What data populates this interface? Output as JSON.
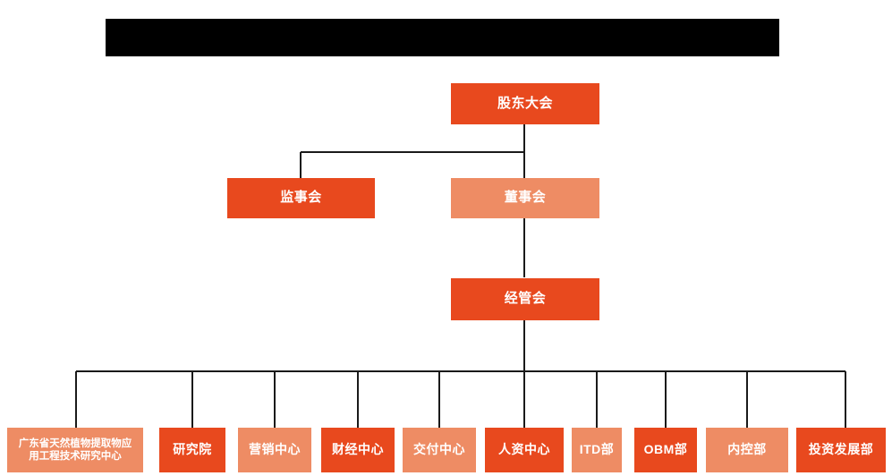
{
  "chart_data": {
    "type": "diagram",
    "diagram_kind": "organization-chart",
    "title_bar": {
      "redacted": true,
      "text": ""
    },
    "colors": {
      "solid_orange": "#E8491E",
      "light_orange": "#EE8C64",
      "connector": "#1a1a1a",
      "background": "#FFFFFF",
      "text": "#FFFFFF"
    },
    "nodes": [
      {
        "id": "shareholders",
        "label": "股东大会",
        "tier": 1,
        "style": "solid"
      },
      {
        "id": "supervisors",
        "label": "监事会",
        "tier": 2,
        "style": "solid"
      },
      {
        "id": "directors",
        "label": "董事会",
        "tier": 2,
        "style": "light"
      },
      {
        "id": "management",
        "label": "经管会",
        "tier": 3,
        "style": "solid"
      },
      {
        "id": "research-center-gd",
        "label": "广东省天然植物提取物应\n用工程技术研究中心",
        "tier": 4,
        "style": "light"
      },
      {
        "id": "research-institute",
        "label": "研究院",
        "tier": 4,
        "style": "solid"
      },
      {
        "id": "marketing-center",
        "label": "营销中心",
        "tier": 4,
        "style": "light"
      },
      {
        "id": "finance-center",
        "label": "财经中心",
        "tier": 4,
        "style": "solid"
      },
      {
        "id": "delivery-center",
        "label": "交付中心",
        "tier": 4,
        "style": "light"
      },
      {
        "id": "hr-center",
        "label": "人资中心",
        "tier": 4,
        "style": "solid"
      },
      {
        "id": "itd-dept",
        "label": "ITD部",
        "tier": 4,
        "style": "light"
      },
      {
        "id": "obm-dept",
        "label": "OBM部",
        "tier": 4,
        "style": "solid"
      },
      {
        "id": "internal-control",
        "label": "内控部",
        "tier": 4,
        "style": "light"
      },
      {
        "id": "investment-dev",
        "label": "投资发展部",
        "tier": 4,
        "style": "solid"
      }
    ],
    "edges": [
      {
        "from": "shareholders",
        "to": "directors"
      },
      {
        "from": "shareholders",
        "to": "supervisors"
      },
      {
        "from": "directors",
        "to": "management"
      },
      {
        "from": "management",
        "to": "research-center-gd"
      },
      {
        "from": "management",
        "to": "research-institute"
      },
      {
        "from": "management",
        "to": "marketing-center"
      },
      {
        "from": "management",
        "to": "finance-center"
      },
      {
        "from": "management",
        "to": "delivery-center"
      },
      {
        "from": "management",
        "to": "hr-center"
      },
      {
        "from": "management",
        "to": "itd-dept"
      },
      {
        "from": "management",
        "to": "obm-dept"
      },
      {
        "from": "management",
        "to": "internal-control"
      },
      {
        "from": "management",
        "to": "investment-dev"
      }
    ]
  },
  "nodes": {
    "shareholders": {
      "label": "股东大会"
    },
    "supervisors": {
      "label": "监事会"
    },
    "directors": {
      "label": "董事会"
    },
    "management": {
      "label": "经管会"
    },
    "research_center_gd": {
      "label": "广东省天然植物提取物应\n用工程技术研究中心"
    },
    "research_institute": {
      "label": "研究院"
    },
    "marketing_center": {
      "label": "营销中心"
    },
    "finance_center": {
      "label": "财经中心"
    },
    "delivery_center": {
      "label": "交付中心"
    },
    "hr_center": {
      "label": "人资中心"
    },
    "itd_dept": {
      "label": "ITD部"
    },
    "obm_dept": {
      "label": "OBM部"
    },
    "internal_control": {
      "label": "内控部"
    },
    "investment_dev": {
      "label": "投资发展部"
    }
  }
}
